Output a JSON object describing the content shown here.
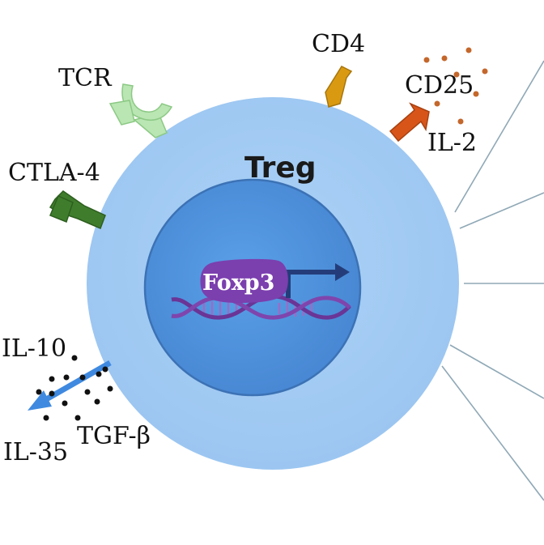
{
  "diagram": {
    "cell_label": "Treg",
    "gene_label": "Foxp3",
    "receptors": {
      "tcr": "TCR",
      "cd4": "CD4",
      "cd25": "CD25",
      "il2": "IL-2",
      "ctla4": "CTLA-4"
    },
    "secreted": {
      "il10": "IL-10",
      "il35": "IL-35",
      "tgfb": "TGF-β"
    },
    "colors": {
      "cell": "#a6cdf4",
      "nucleus": "#4d93e0",
      "nucleus_border": "#3f76ba",
      "foxp3": "#7d3fb0",
      "dna": "#6d3a9c",
      "tcr": "#b9e6b2",
      "cd4": "#d99a12",
      "cd25": "#d8551a",
      "ctla4": "#3f7d2c",
      "secretion_arrow": "#3f8ae0",
      "il2_dots": "#c4672b"
    }
  }
}
